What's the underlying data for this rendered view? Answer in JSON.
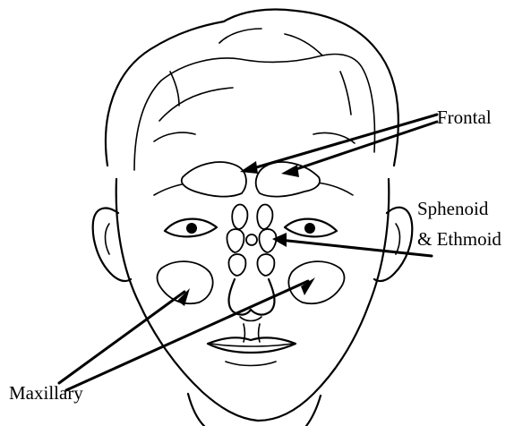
{
  "labels": {
    "frontal": "Frontal",
    "sphenoid_line1": "Sphenoid",
    "sphenoid_line2": "& Ethmoid",
    "maxillary": "Maxillary"
  }
}
